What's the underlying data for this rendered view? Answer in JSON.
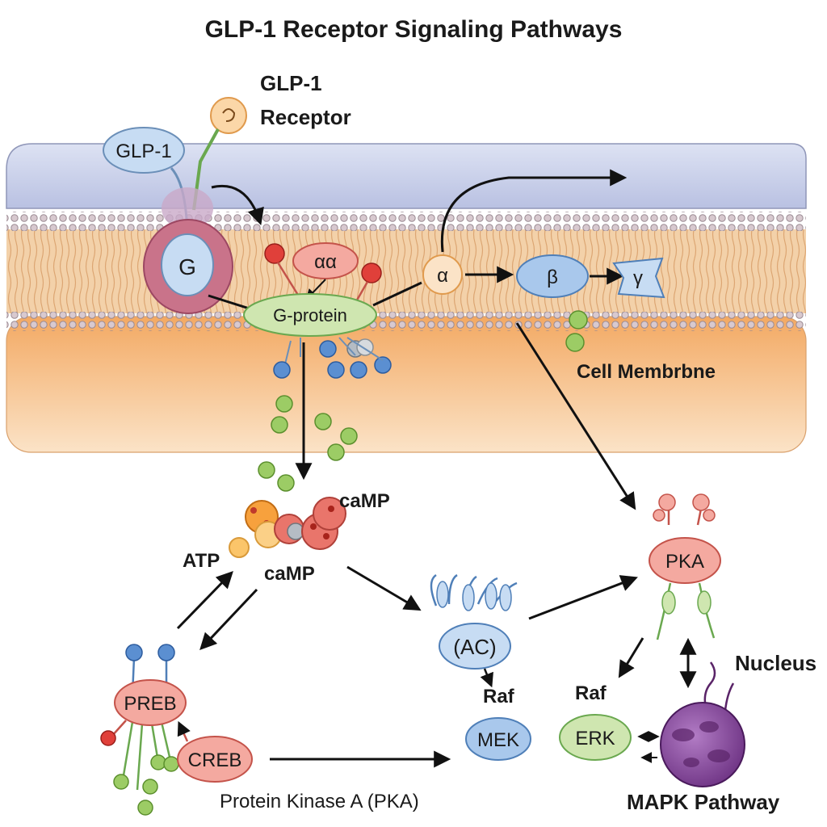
{
  "title": "GLP-1 Receptor Signaling Pathways",
  "labels": {
    "glp1": "GLP-1",
    "receptor_line1": "GLP-1",
    "receptor_line2": "Receptor",
    "receptor_core": "G",
    "alpha_alpha": "αα",
    "g_protein": "G-protein",
    "alpha": "α",
    "beta": "β",
    "gamma": "γ",
    "cell_membrane": "Cell Membrbne",
    "camp_top": "caMP",
    "camp_mid": "caMP",
    "atp": "ATP",
    "ac": "(AC)",
    "raf_left": "Raf",
    "raf_right": "Raf",
    "mek": "MEK",
    "erk": "ERK",
    "pka": "PKA",
    "preb": "PREB",
    "creb": "CREB",
    "protein_kinase_a": "Protein Kinase A (PKA)",
    "nucleus": "Nucleus",
    "mapk_pathway": "MAPK Pathway"
  },
  "colors": {
    "membrane_top": "#c9cfe8",
    "lipid_layer": "#f1c99a",
    "cytoplasm": "#f5b777",
    "blue_node": "#c7dcf3",
    "green_node": "#cfe6b0",
    "red_node": "#f4a9a0",
    "nucleus": "#7b3f8e"
  }
}
